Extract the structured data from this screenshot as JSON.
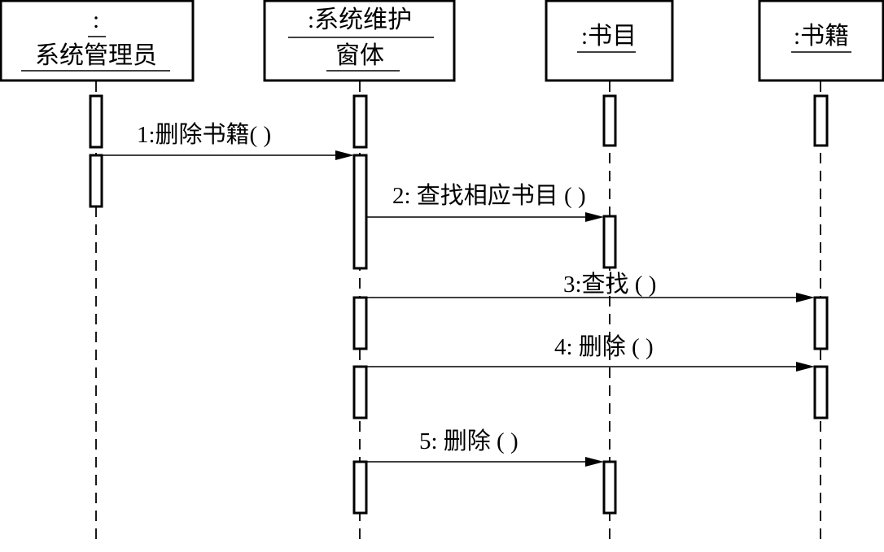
{
  "diagram": {
    "type": "uml-sequence",
    "objects": [
      {
        "id": "admin",
        "label_line1": ":",
        "label_line2": "系统管理员"
      },
      {
        "id": "form",
        "label_line1": ":系统维护",
        "label_line2": "窗体"
      },
      {
        "id": "catalog",
        "label_line1": ":书目",
        "label_line2": ""
      },
      {
        "id": "book",
        "label_line1": ":书籍",
        "label_line2": ""
      }
    ],
    "messages": [
      {
        "id": "m1",
        "from": "admin",
        "to": "form",
        "label": "1:删除书籍( )"
      },
      {
        "id": "m2",
        "from": "form",
        "to": "catalog",
        "label": "2: 查找相应书目 ( )"
      },
      {
        "id": "m3",
        "from": "form",
        "to": "book",
        "label": "3:查找 ( )"
      },
      {
        "id": "m4",
        "from": "form",
        "to": "book",
        "label": "4: 删除 ( )"
      },
      {
        "id": "m5",
        "from": "form",
        "to": "catalog",
        "label": "5: 删除 ( )"
      }
    ]
  }
}
